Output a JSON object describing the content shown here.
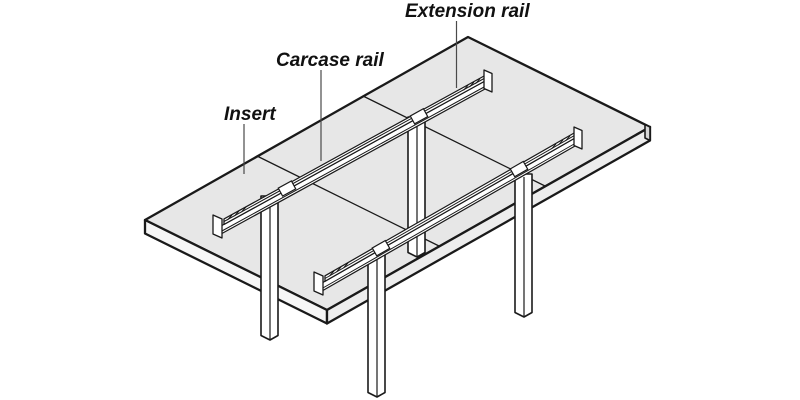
{
  "diagram": {
    "kind": "isometric technical illustration",
    "subject": "Pull-out extending table fitting shown X-ray style: tabletop over carcase frame, legs and telescopic rails",
    "labels": {
      "extension_rail": "Extension rail",
      "carcase_rail": "Carcase rail",
      "insert": "Insert"
    },
    "colors": {
      "background": "#ffffff",
      "tabletop_top": "#e7e7e7",
      "tabletop_edge_left": "#f6f6f6",
      "tabletop_edge_right": "#ededed",
      "tabletop_corner_face": "#d6d6d6",
      "outline": "#1a1a1a",
      "leader": "#4a4a4a",
      "text": "#111111"
    }
  }
}
